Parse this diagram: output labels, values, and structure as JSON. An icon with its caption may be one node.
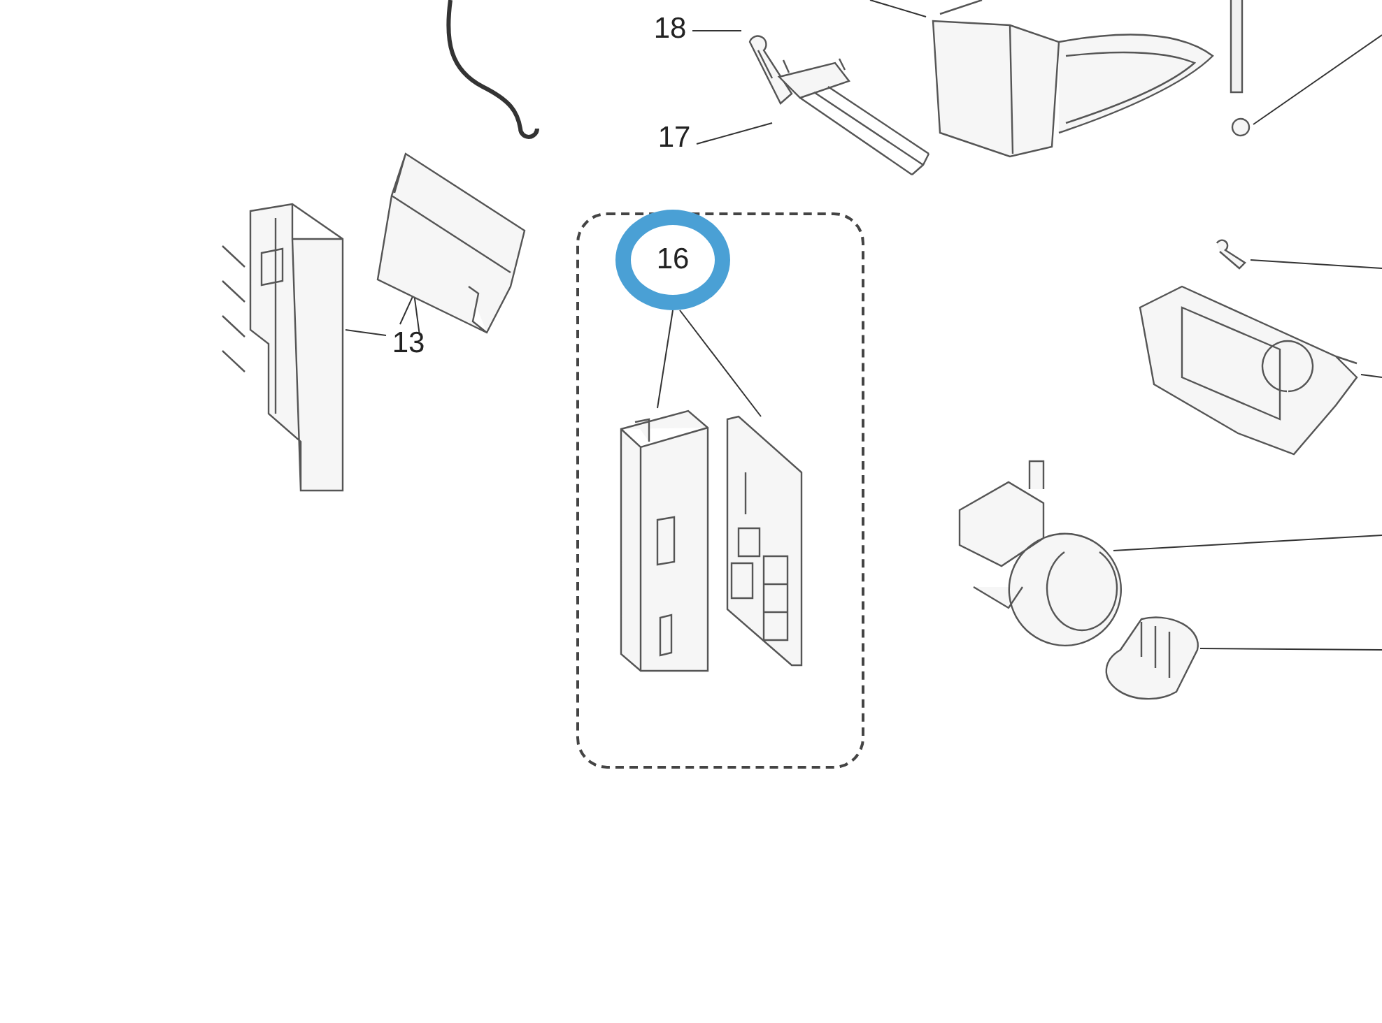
{
  "diagram": {
    "nodes": [
      {
        "text": [
          "18"
        ]
      },
      {
        "text": [],
        "shape": "picture"
      },
      {
        "text": [
          "17"
        ]
      },
      {
        "text": [],
        "shape": "picture"
      },
      {
        "text": [],
        "shape": "picture"
      },
      {
        "text": [
          "13"
        ]
      },
      {
        "text": [],
        "shape": "picture"
      },
      {
        "text": [],
        "shape": "picture"
      },
      {
        "text": [],
        "shape": "box"
      },
      {
        "text": [
          "16"
        ],
        "in": 8
      },
      {
        "text": [],
        "shape": "picture",
        "in": 8
      },
      {
        "text": [],
        "shape": "picture",
        "in": 8
      },
      {
        "text": [],
        "shape": "picture"
      },
      {
        "text": [],
        "shape": "picture"
      },
      {
        "text": [],
        "shape": "picture"
      },
      {
        "text": [],
        "shape": "picture"
      },
      {
        "text": [],
        "shape": "picture"
      }
    ],
    "edges": [
      {
        "from": 0,
        "to": 1,
        "arrow": "none"
      },
      {
        "from": 2,
        "to": 3,
        "arrow": "none"
      },
      {
        "from": null,
        "to": 4,
        "arrow": "none"
      },
      {
        "from": 5,
        "to": 6,
        "arrow": "none"
      },
      {
        "from": 5,
        "to": 7,
        "arrow": "none"
      },
      {
        "from": 9,
        "to": 10,
        "arrow": "none"
      },
      {
        "from": 9,
        "to": 11,
        "arrow": "none"
      },
      {
        "from": null,
        "to": 12,
        "arrow": "none"
      },
      {
        "from": null,
        "to": 13,
        "arrow": "none"
      },
      {
        "from": null,
        "to": 14,
        "arrow": "none"
      },
      {
        "from": null,
        "to": 15,
        "arrow": "none"
      },
      {
        "from": null,
        "to": 16,
        "arrow": "none"
      }
    ]
  }
}
